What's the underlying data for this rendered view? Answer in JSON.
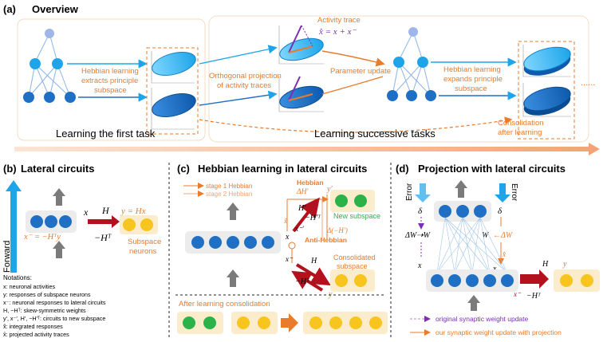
{
  "overview": {
    "panel_label": "(a)",
    "title": "Overview",
    "first_task_label": "Learning the first task",
    "successive_label": "Learning successive tasks",
    "hebb_extract": [
      "Hebbian learning",
      "extracts principle",
      "subspace"
    ],
    "orth_proj": [
      "Orthogonal projection",
      "of activity traces"
    ],
    "activity_trace": "Activity trace",
    "trace_eq": "x̂ = x + x⁻",
    "param_update": "Parameter update",
    "hebb_expand": [
      "Hebbian learning",
      "expands principle",
      "subspace"
    ],
    "consolidation": [
      "Consolidation",
      "after learning"
    ],
    "ellipsis": "......"
  },
  "lateral": {
    "panel_label": "(b)",
    "title": "Lateral circuits",
    "forward": "Forward",
    "x": "x",
    "H": "H",
    "y_eq": "y = Hx",
    "xminus_eq": "x⁻ = −Hᵀy",
    "minus_HT": "−Hᵀ",
    "subspace_neurons": [
      "Subspace",
      "neurons"
    ],
    "notations_title": "Notations:",
    "notations": [
      "x: neuronal activities",
      "y: responses of subspace neurons",
      "x⁻: neuronal responses to lateral circuits",
      "H, −Hᵀ: skew-symmetric weights",
      "y′, x⁻′, H′, −H′ᵀ: circuits to new subspace",
      "x̃: integrated responses",
      "x̂: projected activity traces"
    ]
  },
  "hebbian": {
    "panel_label": "(c)",
    "title": "Hebbian learning in lateral circuits",
    "stage1": "stage 1 Hebbian",
    "stage2": "stage 2 Hebbian",
    "hebbian_label": "Hebbian",
    "delta_H_prime": "ΔH′",
    "y_prime": "y′",
    "H_prime": "H′",
    "minus_H_prime_T": "−H′ᵀ",
    "new_subspace": "New subspace",
    "x_tilde": "x̃",
    "x_minus_prime": "x⁻′",
    "delta_minus_H_prime": "Δ(−H′)",
    "anti_hebbian": "Anti-Hebbian",
    "x": "x",
    "x_minus": "x⁻",
    "H": "H",
    "minus_HT": "−Hᵀ",
    "consolidated": [
      "Consolidated",
      "subspace"
    ],
    "y": "y",
    "after_consolidation": "After learning consolidation"
  },
  "projection": {
    "panel_label": "(d)",
    "title": "Projection with lateral circuits",
    "error_left": "Error",
    "error_right": "Error",
    "delta_left": "δ",
    "delta_right": "δ",
    "dW_left": "ΔW⇢W",
    "W_right": "W",
    "dW_right": "←ΔW",
    "x_left": "x",
    "x_hat": "x̂",
    "x_right": "x",
    "H": "H",
    "y": "y",
    "x_minus": "x⁻",
    "minus_HT": "−Hᵀ",
    "legend_original": "original synaptic weight update",
    "legend_ours": "our synaptic weight update with projection"
  },
  "colors": {
    "blue": "#1f6fc5",
    "light_blue": "#1ea5e9",
    "orange": "#e97b2c",
    "yellow": "#f7c51e",
    "green": "#2bb34a",
    "dark_red": "#b3111e",
    "purple": "#7a2fb5",
    "gray": "#6b6b6b",
    "cream": "#fbeccb",
    "panel_bg": "#f0f0f0"
  }
}
